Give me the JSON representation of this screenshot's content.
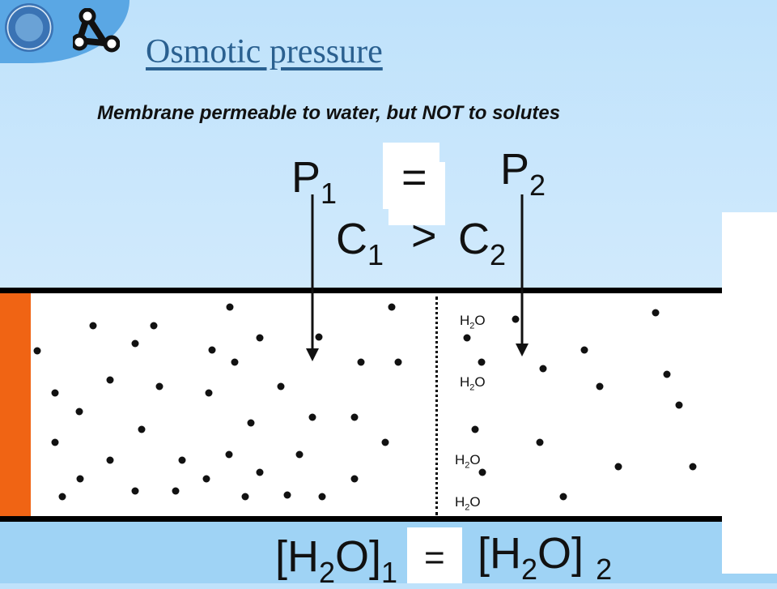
{
  "header": {
    "title": "Osmotic pressure",
    "subtitle": "Membrane permeable to water, but NOT to solutes"
  },
  "pressure": {
    "left_letter": "P",
    "left_sub": "1",
    "right_letter": "P",
    "right_sub": "2",
    "relation": "="
  },
  "concentration": {
    "left_letter": "C",
    "left_sub": "1",
    "right_letter": "C",
    "right_sub": "2",
    "relation": ">"
  },
  "water_labels": [
    {
      "a": "H",
      "sub": "2",
      "b": "O"
    },
    {
      "a": "H",
      "sub": "2",
      "b": "O"
    },
    {
      "a": "H",
      "sub": "2",
      "b": "O"
    },
    {
      "a": "H",
      "sub": "2",
      "b": "O"
    }
  ],
  "water_concentration": {
    "left_open": "[H",
    "left_h_sub": "2",
    "left_close": "O]",
    "left_sub": "1",
    "right_open": "[H",
    "right_h_sub": "2",
    "right_close": "O]",
    "right_sub": "2",
    "relation": "="
  },
  "colors": {
    "piston": "#f06414",
    "title": "#2a6090",
    "background": "#cfe9fc"
  },
  "icons": [
    "university-seal-icon",
    "triangle-logo-icon"
  ]
}
